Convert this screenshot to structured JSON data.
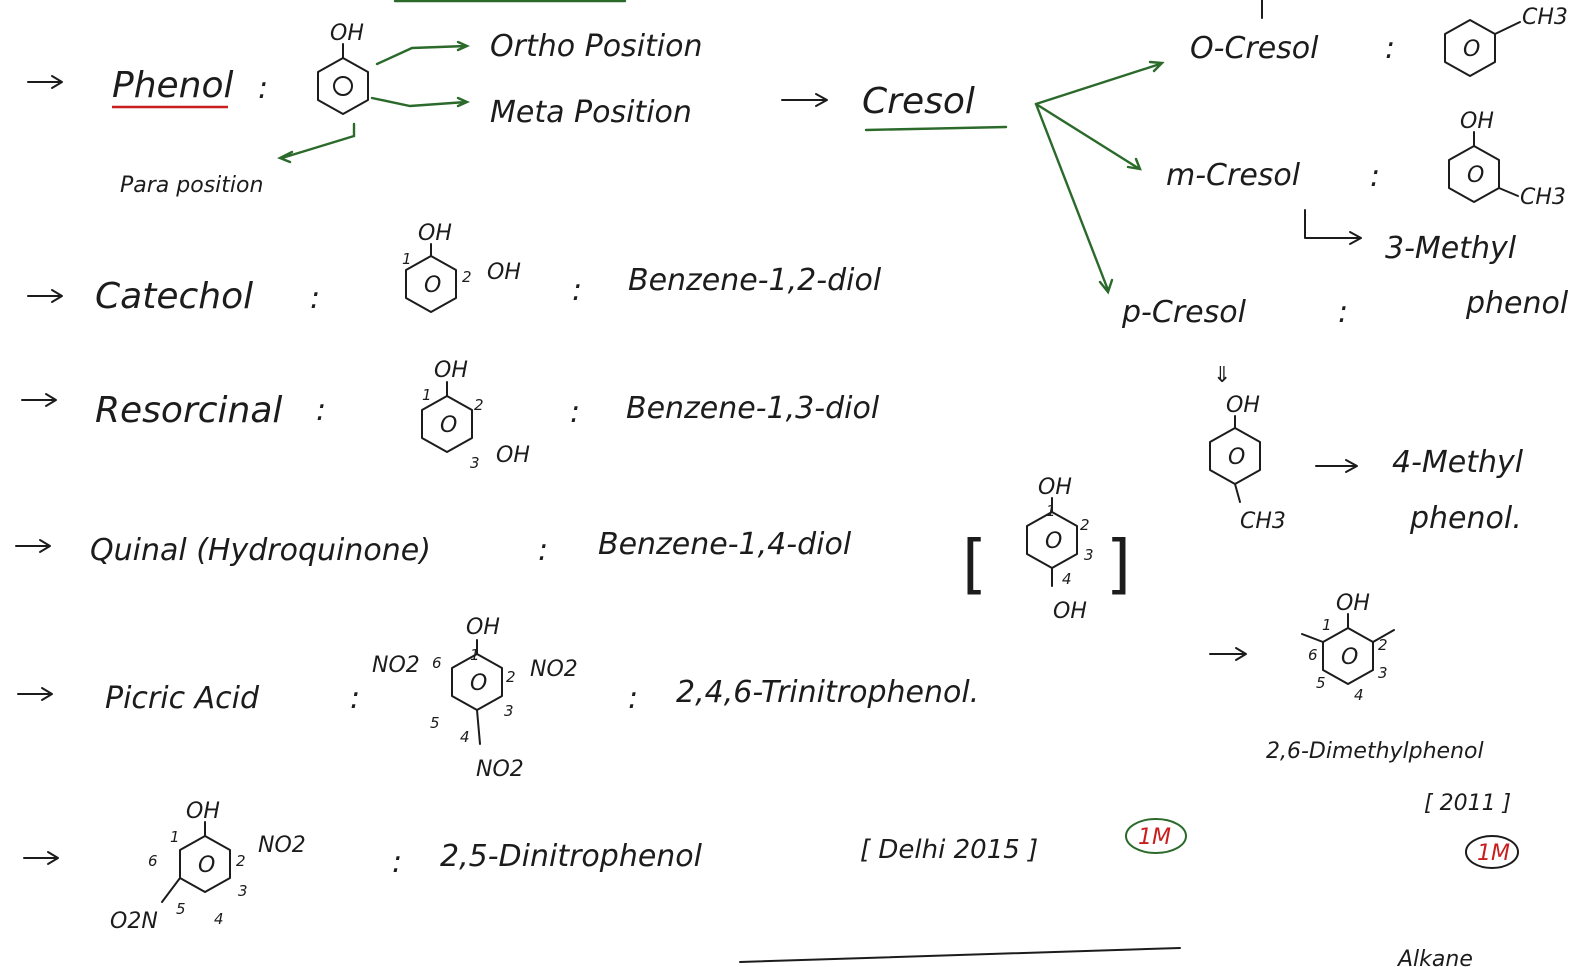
{
  "phenol": {
    "name": "Phenol",
    "colon": ":",
    "oh": "OH",
    "ring": "O",
    "ortho": "Ortho Position",
    "meta": "Meta Position",
    "para": "Para position"
  },
  "cresol": {
    "title": "Cresol",
    "o": {
      "label": "O-Cresol",
      "colon": ":",
      "ring": "O",
      "sub": "CH3"
    },
    "m": {
      "label": "m-Cresol",
      "colon": ":",
      "oh": "OH",
      "ring": "O",
      "sub": "CH3",
      "iupac1": "3-Methyl",
      "iupac2": "phenol"
    },
    "p": {
      "label": "p-Cresol",
      "colon": ":",
      "arrow": "⇓",
      "oh": "OH",
      "ring": "O",
      "sub": "CH3",
      "iupac1": "4-Methyl",
      "iupac2": "phenol."
    }
  },
  "catechol": {
    "name": "Catechol",
    "colon": ":",
    "oh1": "OH",
    "oh2": "OH",
    "ring": "O",
    "n1": "1",
    "n2": "2",
    "colon2": ":",
    "iupac": "Benzene-1,2-diol"
  },
  "resorcinol": {
    "name": "Resorcinal",
    "colon": ":",
    "oh1": "OH",
    "oh2": "OH",
    "ring": "O",
    "n1": "1",
    "n2": "2",
    "n3": "3",
    "colon2": ":",
    "iupac": "Benzene-1,3-diol"
  },
  "quinol": {
    "name": "Quinal (Hydroquinone)",
    "colon": ":",
    "iupac": "Benzene-1,4-diol",
    "lb": "[",
    "rb": "]",
    "oh1": "OH",
    "oh2": "OH",
    "ring": "O",
    "n1": "1",
    "n2": "2",
    "n3": "3",
    "n4": "4"
  },
  "picric": {
    "name": "Picric Acid",
    "colon": ":",
    "oh": "OH",
    "ring": "O",
    "no2_left": "NO2",
    "no2_right": "NO2",
    "no2_bottom": "NO2",
    "n1": "1",
    "n2": "2",
    "n3": "3",
    "n4": "4",
    "n5": "5",
    "n6": "6",
    "colon2": ":",
    "iupac": "2,4,6-Trinitrophenol."
  },
  "dinitro": {
    "oh": "OH",
    "ring": "O",
    "no2_right": "NO2",
    "no2_left": "O2N",
    "n1": "1",
    "n2": "2",
    "n3": "3",
    "n4": "4",
    "n5": "5",
    "n6": "6",
    "colon": ":",
    "iupac": "2,5-Dinitrophenol",
    "ref": "[ Delhi 2015 ]",
    "marks": "1M"
  },
  "dimethyl": {
    "oh": "OH",
    "ring": "O",
    "n1": "1",
    "n2": "2",
    "n3": "3",
    "n4": "4",
    "n5": "5",
    "n6": "6",
    "iupac": "2,6-Dimethylphenol",
    "ref": "[ 2011 ]",
    "marks": "1M"
  },
  "footer": {
    "partial": "Alkane"
  },
  "colors": {
    "ink": "#1c1c1c",
    "green": "#2b6a2b",
    "red": "#c81e1e"
  }
}
